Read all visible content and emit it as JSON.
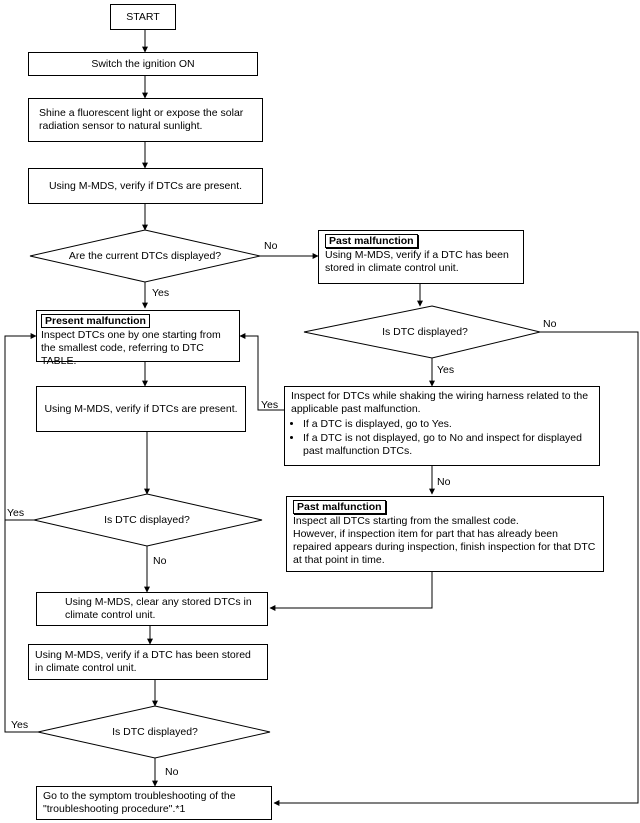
{
  "flowchart": {
    "start": "START",
    "switch_ignition": "Switch the ignition ON",
    "shine_light": "Shine a fluorescent light or expose the solar radiation sensor to natural sunlight.",
    "verify_dtcs_1": "Using M-MDS, verify if DTCs are present.",
    "decision_current": "Are the current DTCs displayed?",
    "present_tag": "Present malfunction",
    "present_text": "Inspect DTCs one by one starting from the smallest code, referring to DTC TABLE.",
    "verify_dtcs_2": "Using M-MDS, verify if DTCs are present.",
    "decision_dtc_2": "Is DTC displayed?",
    "clear_dtcs": "Using M-MDS, clear any stored DTCs in climate control unit.",
    "verify_stored": "Using M-MDS, verify if a DTC has been stored in climate control unit.",
    "decision_dtc_3": "Is DTC displayed?",
    "goto_symptom": "Go to the symptom troubleshooting of the \"troubleshooting procedure\".*1",
    "past_tag_1": "Past malfunction",
    "past_text_1": "Using M-MDS, verify if a DTC has been stored in climate control unit.",
    "decision_dtc_past": "Is DTC displayed?",
    "shake_text": "Inspect for DTCs while shaking the wiring harness related to the applicable past malfunction.",
    "shake_bullets": [
      "If a DTC is displayed, go to Yes.",
      "If a DTC is not displayed, go to No and inspect for displayed past malfunction DTCs."
    ],
    "past_tag_2": "Past malfunction",
    "past_text_2": "Inspect all DTCs starting from the smallest code.\nHowever, if inspection item for part that has already been repaired appears during inspection, finish inspection for that DTC at that point in time.",
    "labels": {
      "no_current": "No",
      "yes_current": "Yes",
      "no_past_decision": "No",
      "yes_past_decision": "Yes",
      "yes_shake": "Yes",
      "no_shake": "No",
      "yes_dtc2": "Yes",
      "no_dtc2": "No",
      "yes_dtc3": "Yes",
      "no_dtc3": "No"
    }
  }
}
